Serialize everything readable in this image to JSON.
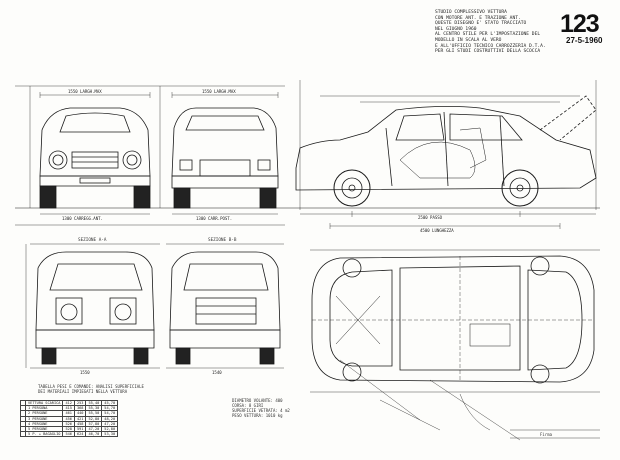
{
  "model_mark": {
    "number": "123",
    "date": "27-5-1960"
  },
  "header_notes": [
    "STUDIO COMPLESSIVO VETTURA",
    "CON MOTORE ANT. E TRAZIONE ANT.",
    "QUESTE DISEGNO E' STATO TRACCIATO",
    "NEL GIUGNO 1960",
    "AL CENTRO STILE PER L'IMPOSTAZIONE DEL",
    "MODELLO IN SCALA AL VERO",
    "E ALL'UFFICIO TECNICO CARROZZERIA D.T.A.",
    "PER GLI STUDI COSTRUTTIVI DELLA SCOCCA"
  ],
  "section_captions": {
    "front": "SEZIONE A-A",
    "rear": "SEZIONE B-B"
  },
  "dimension_labels": {
    "front_track": "1300 CARREGG.ANT.",
    "rear_track": "1300 CARR.POST.",
    "overall_length": "4500 LUNGHEZZA",
    "wheelbase": "2500 PASSO",
    "width_top": "1550 LARGH.MAX",
    "front_width": "1550",
    "rear_width": "1540"
  },
  "table_title": [
    "TABELLA PESI E COMANDI: ANALISI SUPERFICIALE",
    "DEI MATERIALI IMPIEGATI NELLA VETTURA"
  ],
  "spec_table": {
    "rows": [
      [
        "",
        "VETTURA SCARICA",
        "412",
        "253",
        "55,40",
        "45,70"
      ],
      [
        "",
        "1 PERSONA",
        "415",
        "368",
        "55,30",
        "54,70"
      ],
      [
        "",
        "2 PERSONE",
        "461",
        "440",
        "55,50",
        "54,70"
      ],
      [
        "",
        "3 PERSONE",
        "456",
        "421",
        "52,80",
        "48,20"
      ],
      [
        "",
        "4 PERSONE",
        "526",
        "458",
        "57,80",
        "47,20"
      ],
      [
        "",
        "5 PERSONE",
        "528",
        "591",
        "47,20",
        "52,80"
      ],
      [
        "",
        "5 P. + BAGAGLIO",
        "546",
        "624",
        "46,70",
        "53,30"
      ]
    ]
  },
  "notes_block": [
    "DIAMETRO VOLANTE: 400",
    "CORSA: 8 GIRI",
    "SUPERFICIE VETRATA: 4 m2",
    "PESO VETTURA: 1010 kg"
  ],
  "signature_text": "Firma",
  "colors": {
    "ink": "#1a1a1a",
    "paper": "#fdfdfb",
    "hatch": "#555555"
  }
}
